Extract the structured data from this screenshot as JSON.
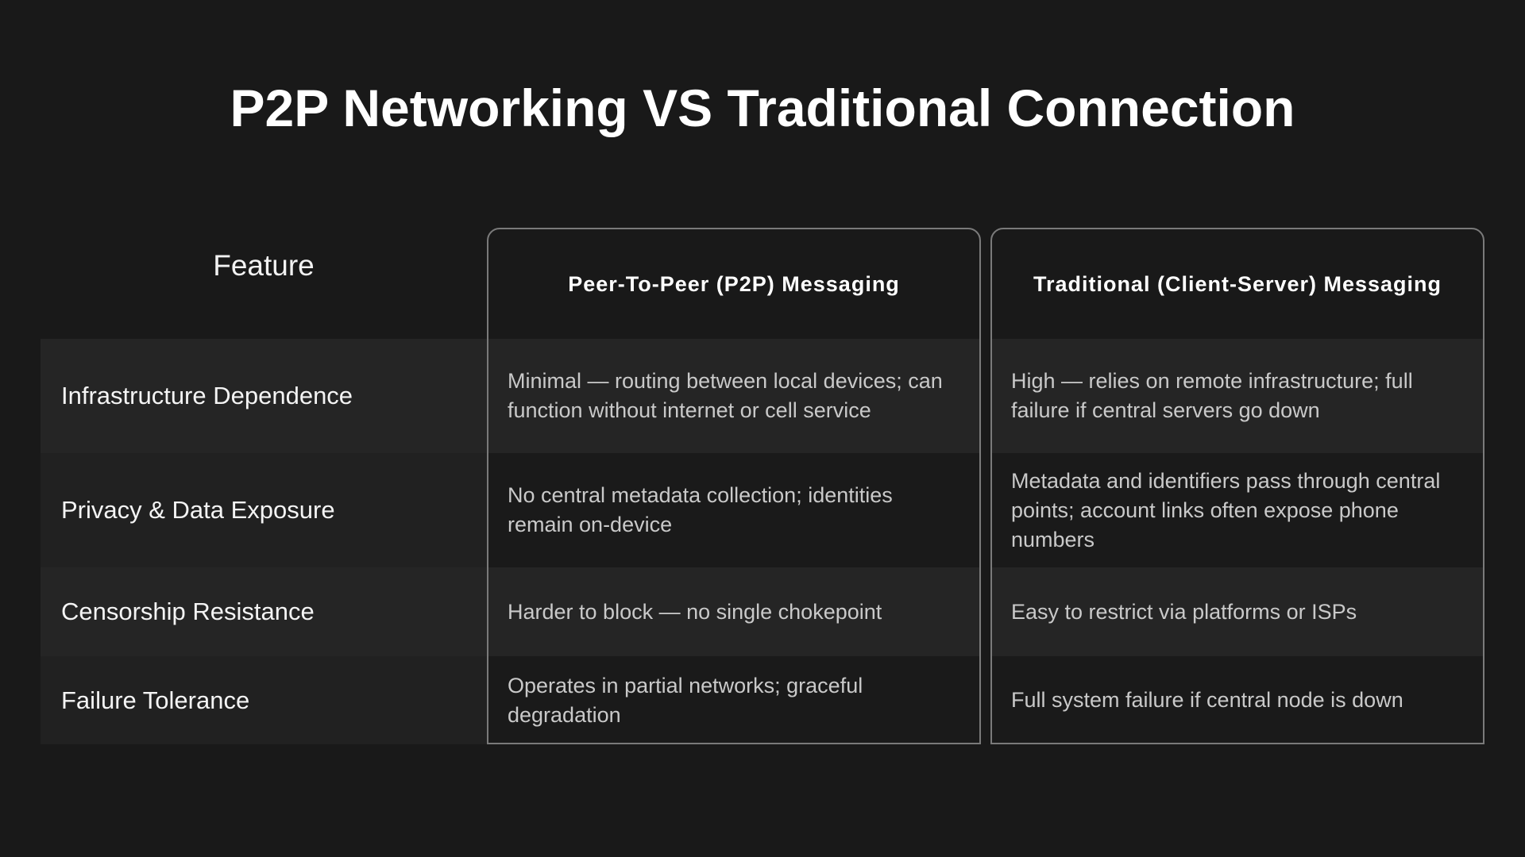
{
  "title": "P2P Networking VS Traditional Connection",
  "table": {
    "columns": [
      {
        "label": "Feature"
      },
      {
        "label": "Peer-To-Peer (P2P) Messaging"
      },
      {
        "label": "Traditional (Client-Server) Messaging"
      }
    ],
    "rows": [
      {
        "feature": "Infrastructure Dependence",
        "p2p": "Minimal — routing between local devices; can function without internet or cell service",
        "traditional": "High — relies on remote infrastructure; full failure if central servers go down"
      },
      {
        "feature": "Privacy & Data Exposure",
        "p2p": "No central metadata collection; identities remain on-device",
        "traditional": "Metadata and identifiers pass through central points; account links often expose phone numbers"
      },
      {
        "feature": "Censorship Resistance",
        "p2p": "Harder to block — no single chokepoint",
        "traditional": "Easy to restrict via platforms or ISPs"
      },
      {
        "feature": "Failure Tolerance",
        "p2p": "Operates in partial networks; graceful degradation",
        "traditional": "Full system failure if central node is down"
      }
    ]
  },
  "colors": {
    "background": "#191919",
    "row_alt_light": "#252525",
    "row_alt_dark": "#212121",
    "box_border": "#7a7a7a",
    "title_text": "#ffffff",
    "cell_text": "#c9c9c9"
  }
}
